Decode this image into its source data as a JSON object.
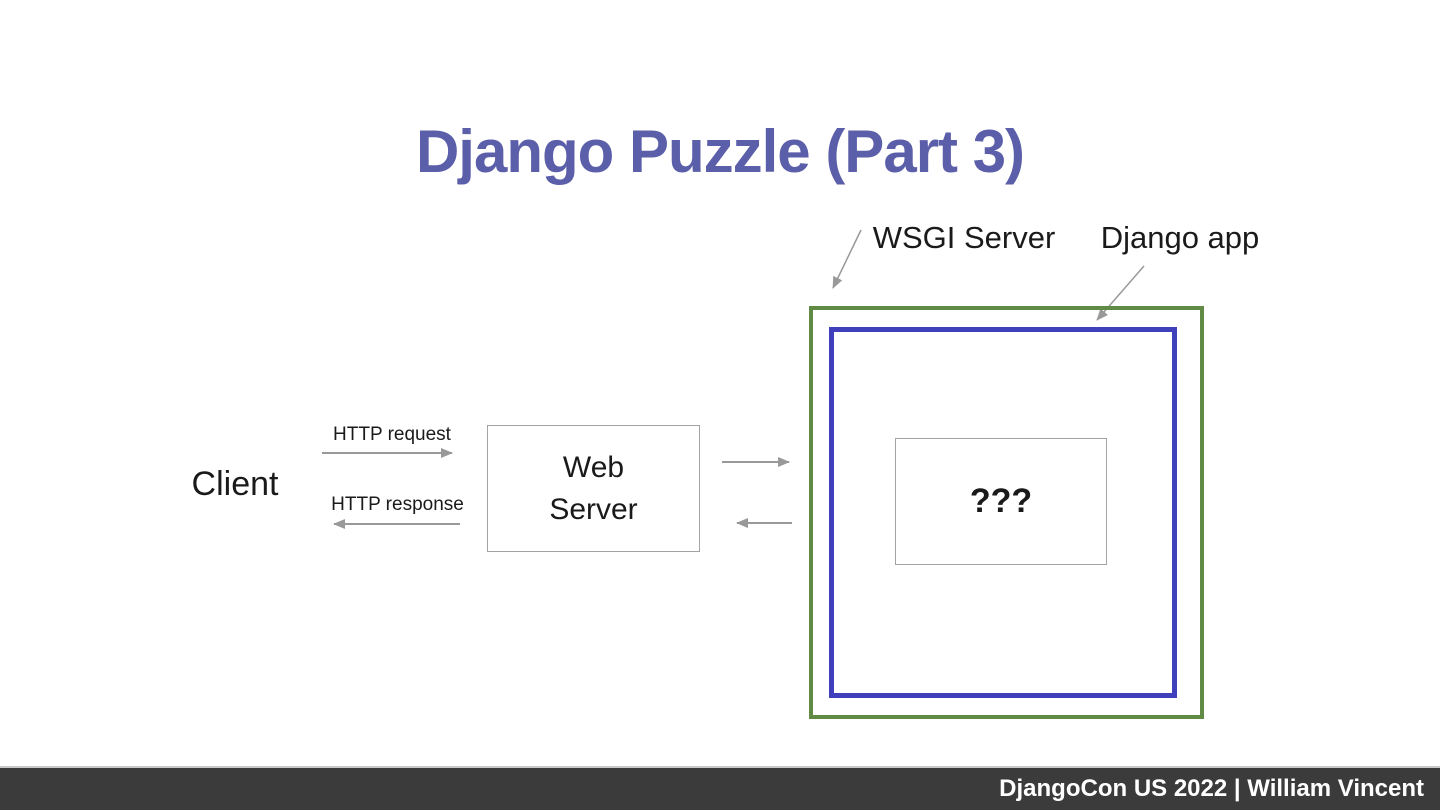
{
  "slide": {
    "title": "Django Puzzle (Part 3)",
    "footer_text": "DjangoCon US 2022 | William Vincent"
  },
  "diagram": {
    "client_label": "Client",
    "http_request_label": "HTTP request",
    "http_response_label": "HTTP response",
    "web_server_line1": "Web",
    "web_server_line2": "Server",
    "wsgi_server_label": "WSGI Server",
    "django_app_label": "Django app",
    "mystery_label": "???"
  },
  "colors": {
    "title": "#5b5ea9",
    "wsgi_border": "#618b44",
    "django_border": "#4040bd",
    "arrow": "#999999",
    "box_border": "#a3a3a3",
    "footer_bg": "#3b3b3b",
    "footer_text": "#ffffff"
  }
}
